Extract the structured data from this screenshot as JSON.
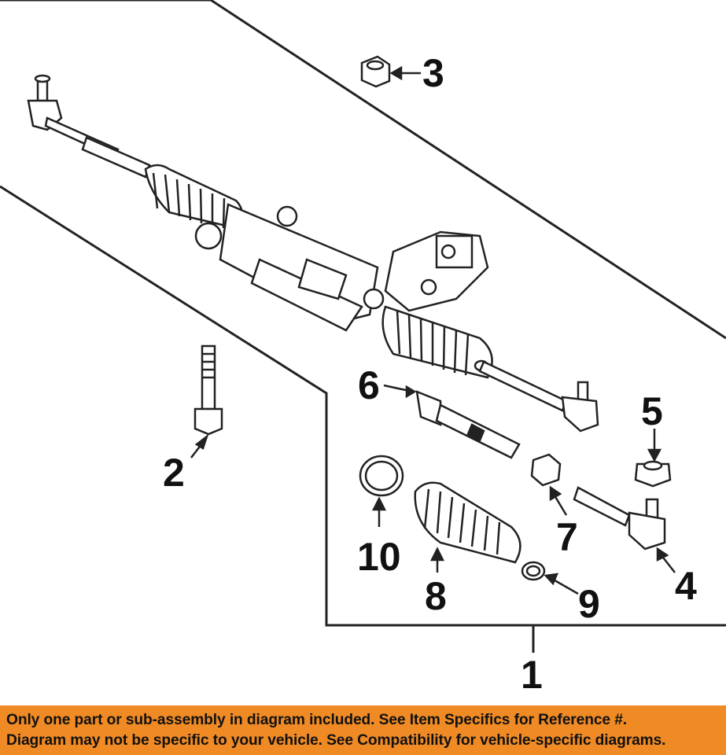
{
  "diagram": {
    "callouts": [
      {
        "id": "1",
        "label": "1"
      },
      {
        "id": "2",
        "label": "2"
      },
      {
        "id": "3",
        "label": "3"
      },
      {
        "id": "4",
        "label": "4"
      },
      {
        "id": "5",
        "label": "5"
      },
      {
        "id": "6",
        "label": "6"
      },
      {
        "id": "7",
        "label": "7"
      },
      {
        "id": "8",
        "label": "8"
      },
      {
        "id": "9",
        "label": "9"
      },
      {
        "id": "10",
        "label": "10"
      }
    ]
  },
  "banner": {
    "background": "#f08a24",
    "line1": "Only one part or sub-assembly in diagram included. See Item Specifics for Reference #.",
    "line2": "Diagram may not be specific to your vehicle. See Compatibility for vehicle-specific diagrams."
  }
}
